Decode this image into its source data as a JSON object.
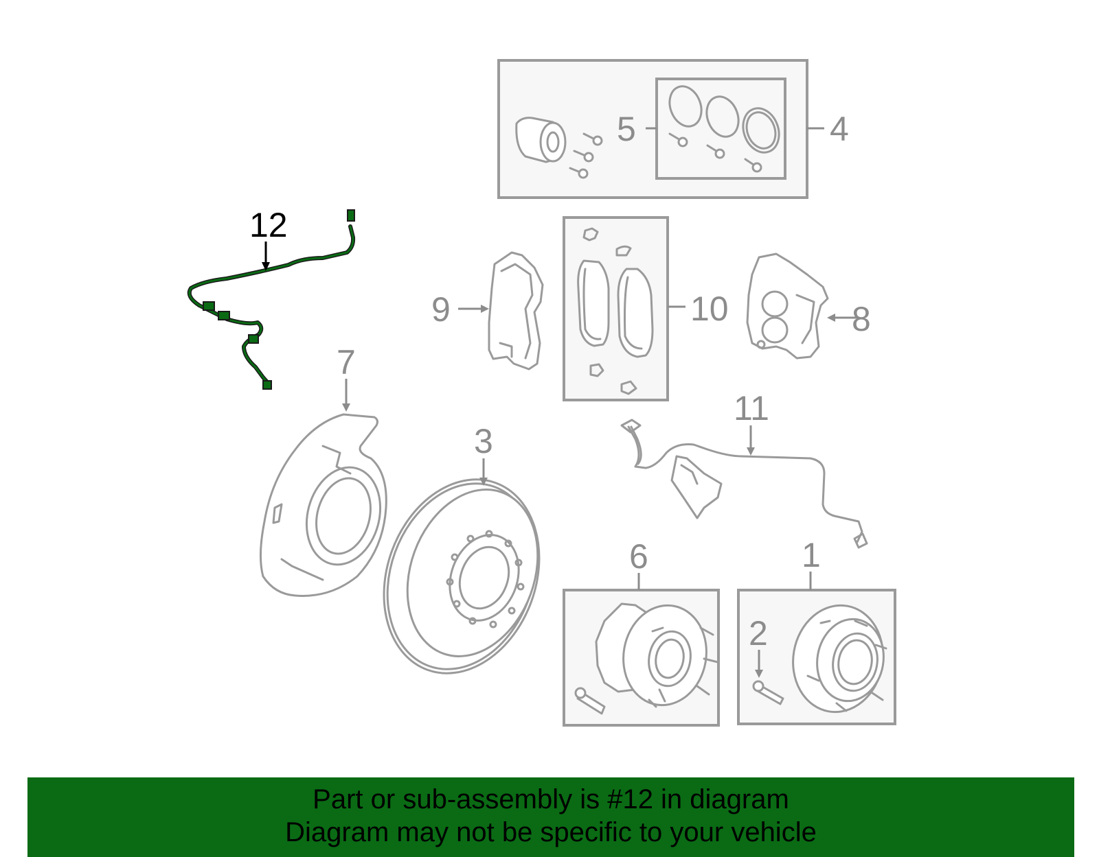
{
  "callouts": {
    "c1": "1",
    "c2": "2",
    "c3": "3",
    "c4": "4",
    "c5": "5",
    "c6": "6",
    "c7": "7",
    "c8": "8",
    "c9": "9",
    "c10": "10",
    "c11": "11",
    "c12": "12"
  },
  "highlight_color": "#0a6b14",
  "footer": {
    "line1": "Part or sub-assembly is #12 in diagram",
    "line2": "Diagram may not be specific to your vehicle"
  }
}
